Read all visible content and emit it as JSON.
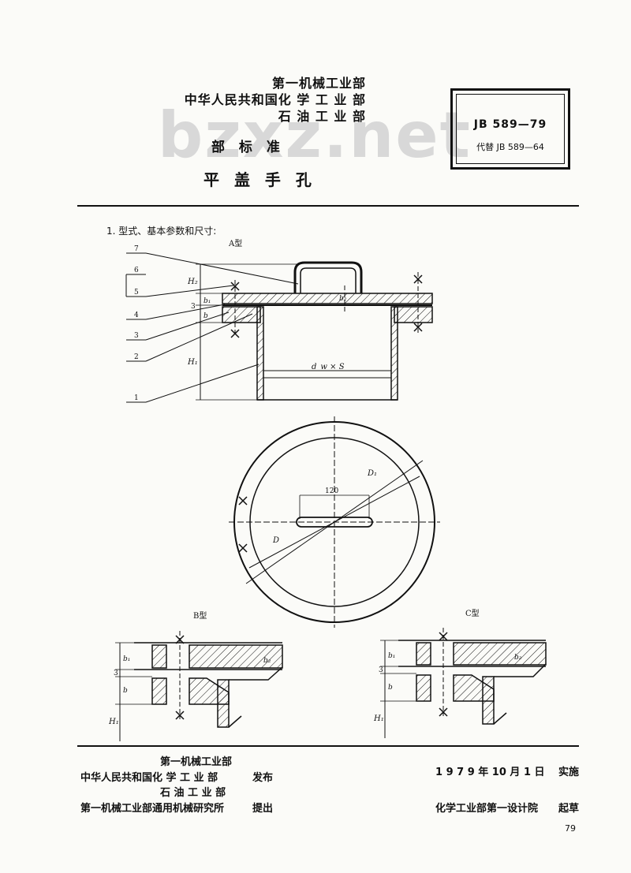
{
  "header": {
    "issuer_line1": "第一机械工业部",
    "issuer_line2": "中华人民共和国化 学 工 业 部",
    "issuer_line3": "石 油 工 业 部",
    "standard_type": "部 标 准",
    "title": "平 盖 手 孔",
    "watermark": "bzxz.net"
  },
  "standard_box": {
    "code": "JB 589—79",
    "replaces": "代替 JB 589—64"
  },
  "section": {
    "heading": "1. 型式、基本参数和尺寸:"
  },
  "drawing": {
    "type_a_label": "A型",
    "type_b_label": "B型",
    "type_c_label": "C型",
    "part_numbers": [
      "7",
      "6",
      "5",
      "4",
      "3",
      "2",
      "1"
    ],
    "dim_H2": "H₂",
    "dim_H1": "H₁",
    "dim_b1": "b₁",
    "dim_b2": "b₂",
    "dim_b": "b",
    "dim_3": "3",
    "dim_dw_s": "d_w × S",
    "dim_120": "120",
    "dim_D": "D",
    "dim_D1": "D₁"
  },
  "footer": {
    "issuer_line1": "第一机械工业部",
    "issuer_line2": "中华人民共和国化 学 工 业 部",
    "issuer_line3": "石 油 工 业 部",
    "publish_label": "发布",
    "institute": "第一机械工业部通用机械研究所",
    "propose_label": "提出",
    "effective_date": "1 9 7 9 年 10 月 1 日",
    "effective_label": "实施",
    "drafter": "化学工业部第一设计院",
    "draft_label": "起草",
    "page_number": "79"
  }
}
